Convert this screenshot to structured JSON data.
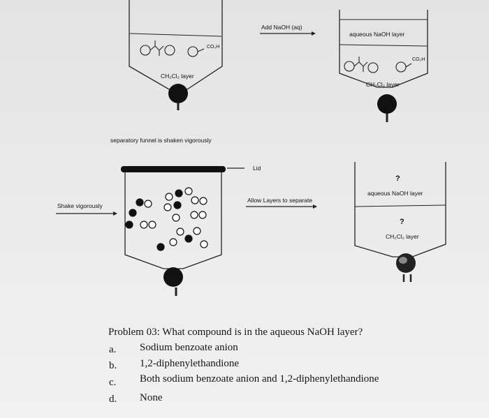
{
  "labels": {
    "add_naoh": "Add NaOH (aq)",
    "aqueous_top": "aqueous NaOH layer",
    "ch2cl2_left": "CH₂Cl₂ layer",
    "ch2cl2_right": "CH₂Cl₂ layer",
    "co2h_left": "CO₂H",
    "co2h_right": "CO₂H",
    "shaken": "separatory funnel is shaken vigorously",
    "lid": "Lid",
    "shake": "Shake vigorously",
    "allow": "Allow Layers to separate",
    "qmark_top": "?",
    "aqueous_bottom": "aqueous NaOH layer",
    "qmark_mid": "?",
    "ch2cl2_bottom": "CH₂Cl₂ layer"
  },
  "question": {
    "title": "Problem 03: What compound is in the aqueous NaOH layer?",
    "options": [
      {
        "letter": "a.",
        "text": "Sodium benzoate anion"
      },
      {
        "letter": "b.",
        "text": "1,2-diphenylethandione"
      },
      {
        "letter": "c.",
        "text": "Both sodium benzoate anion and 1,2-diphenylethandione"
      },
      {
        "letter": "d.",
        "text": "None"
      }
    ]
  }
}
